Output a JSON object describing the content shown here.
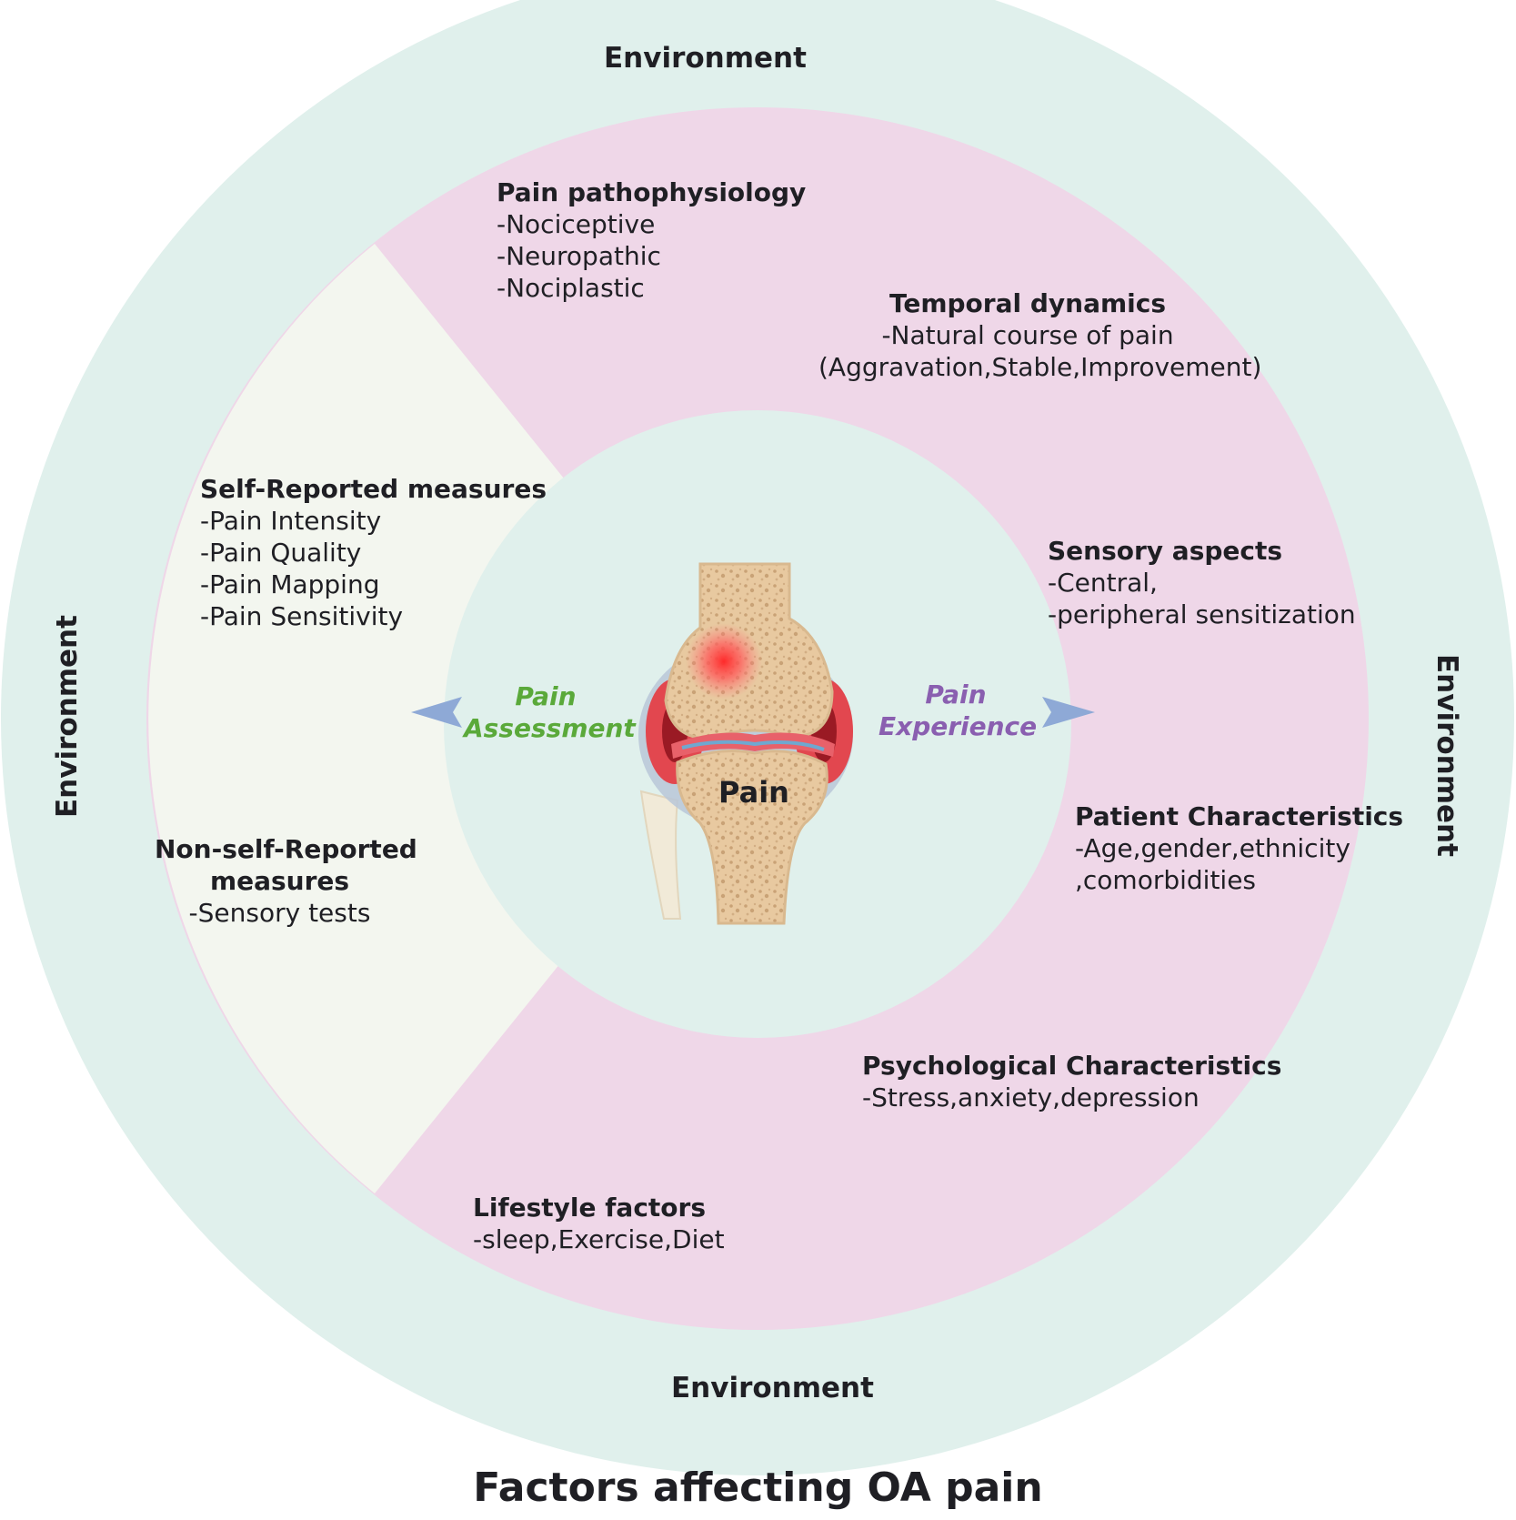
{
  "environment_label": "Environment",
  "center_label": "Pain",
  "caption": "Factors affecting OA pain",
  "assessment": {
    "line1": "Pain",
    "line2": "Assessment"
  },
  "experience": {
    "line1": "Pain",
    "line2": "Experience"
  },
  "colors": {
    "outer_ring": "#e0f0ec",
    "middle_ring": "#efd7e8",
    "assessment_sector": "#f3f6ef",
    "inner_circle": "#e0f0ec",
    "assessment_text": "#5aa93a",
    "experience_text": "#8a5fb0",
    "arrow": "#8ea9d6"
  },
  "blocks": {
    "pathophysiology": {
      "head": "Pain pathophysiology",
      "lines": [
        "-Nociceptive",
        "-Neuropathic",
        "-Nociplastic"
      ]
    },
    "temporal": {
      "head": "Temporal dynamics",
      "lines": [
        "-Natural course of pain",
        "(Aggravation,Stable,Improvement)"
      ]
    },
    "self_reported": {
      "head": "Self-Reported measures",
      "lines": [
        "-Pain Intensity",
        "-Pain Quality",
        "-Pain Mapping",
        "-Pain Sensitivity"
      ]
    },
    "sensory": {
      "head": "Sensory aspects",
      "lines": [
        "-Central,",
        "-peripheral sensitization"
      ]
    },
    "non_self": {
      "head_line1": "Non-self-Reported",
      "head_line2": "measures",
      "lines": [
        "-Sensory tests"
      ]
    },
    "patient": {
      "head": "Patient Characteristics",
      "lines": [
        "-Age,gender,ethnicity",
        ",comorbidities"
      ]
    },
    "psychological": {
      "head": "Psychological Characteristics",
      "lines": [
        "-Stress,anxiety,depression"
      ]
    },
    "lifestyle": {
      "head": "Lifestyle factors",
      "lines": [
        "-sleep,Exercise,Diet"
      ]
    }
  }
}
